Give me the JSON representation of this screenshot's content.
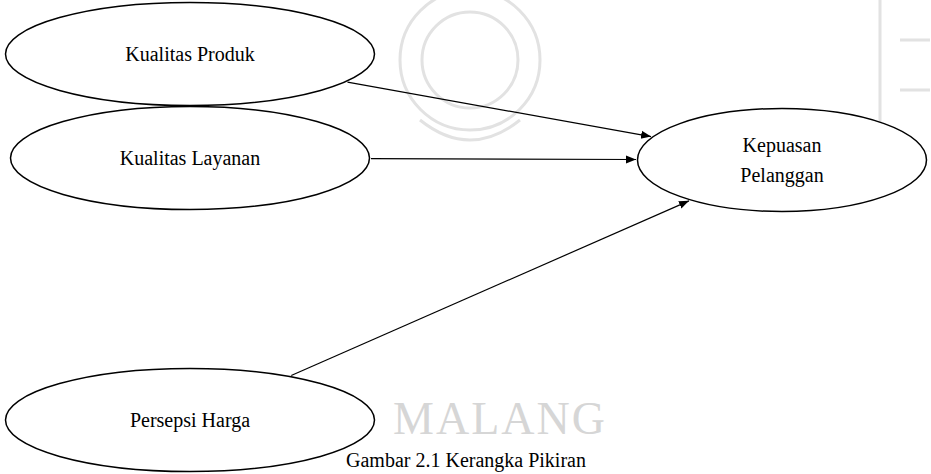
{
  "diagram": {
    "caption": "Gambar 2.1 Kerangka Pikiran",
    "nodes": [
      {
        "text": [
          "Kualitas Produk"
        ]
      },
      {
        "text": [
          "Kualitas Layanan"
        ]
      },
      {
        "text": [
          "Persepsi Harga"
        ]
      },
      {
        "text": [
          "Kepuasan Pelanggan"
        ]
      }
    ],
    "edges": [
      {
        "from": 0,
        "to": 3,
        "arrow": "to"
      },
      {
        "from": 1,
        "to": 3,
        "arrow": "to"
      },
      {
        "from": 2,
        "to": 3,
        "arrow": "to"
      }
    ],
    "labels": [
      "MALANG"
    ]
  }
}
